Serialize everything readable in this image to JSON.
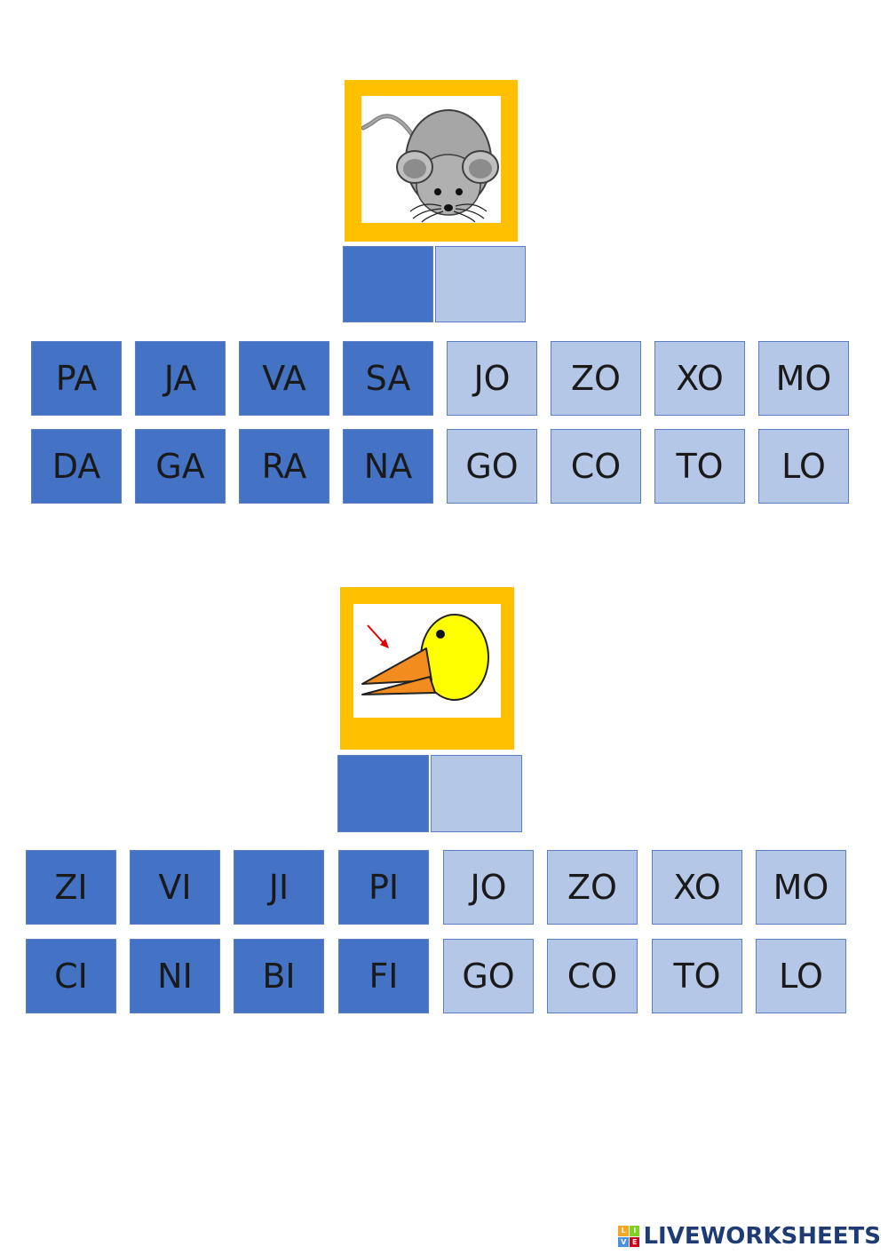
{
  "exercise_1": {
    "picture": "mouse-picture",
    "row_1": [
      {
        "label": "PA",
        "shade": "dark"
      },
      {
        "label": "JA",
        "shade": "dark"
      },
      {
        "label": "VA",
        "shade": "dark"
      },
      {
        "label": "SA",
        "shade": "dark"
      },
      {
        "label": "JO",
        "shade": "light"
      },
      {
        "label": "ZO",
        "shade": "light"
      },
      {
        "label": "XO",
        "shade": "light"
      },
      {
        "label": "MO",
        "shade": "light"
      }
    ],
    "row_2": [
      {
        "label": "DA",
        "shade": "dark"
      },
      {
        "label": "GA",
        "shade": "dark"
      },
      {
        "label": "RA",
        "shade": "dark"
      },
      {
        "label": "NA",
        "shade": "dark"
      },
      {
        "label": "GO",
        "shade": "light"
      },
      {
        "label": "CO",
        "shade": "light"
      },
      {
        "label": "TO",
        "shade": "light"
      },
      {
        "label": "LO",
        "shade": "light"
      }
    ]
  },
  "exercise_2": {
    "picture": "beak-picture",
    "row_1": [
      {
        "label": "ZI",
        "shade": "dark"
      },
      {
        "label": "VI",
        "shade": "dark"
      },
      {
        "label": "JI",
        "shade": "dark"
      },
      {
        "label": "PI",
        "shade": "dark"
      },
      {
        "label": "JO",
        "shade": "light"
      },
      {
        "label": "ZO",
        "shade": "light"
      },
      {
        "label": "XO",
        "shade": "light"
      },
      {
        "label": "MO",
        "shade": "light"
      }
    ],
    "row_2": [
      {
        "label": "CI",
        "shade": "dark"
      },
      {
        "label": "NI",
        "shade": "dark"
      },
      {
        "label": "BI",
        "shade": "dark"
      },
      {
        "label": "FI",
        "shade": "dark"
      },
      {
        "label": "GO",
        "shade": "light"
      },
      {
        "label": "CO",
        "shade": "light"
      },
      {
        "label": "TO",
        "shade": "light"
      },
      {
        "label": "LO",
        "shade": "light"
      }
    ]
  },
  "colors": {
    "dark_tile": "#4472c4",
    "light_tile": "#b4c7e7",
    "frame": "#ffc000",
    "brand": "#1f3b73"
  },
  "brand": {
    "name": "LIVEWORKSHEETS",
    "logo_letters": [
      "L",
      "I",
      "V",
      "E"
    ]
  }
}
